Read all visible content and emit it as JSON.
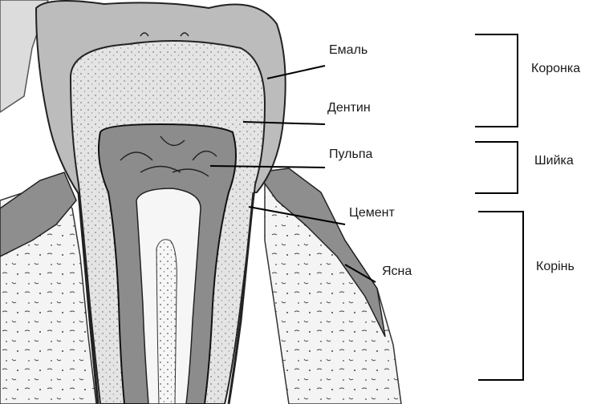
{
  "labels": {
    "enamel": "Емаль",
    "dentin": "Дентин",
    "pulp": "Пульпа",
    "cement": "Цемент",
    "gum": "Ясна"
  },
  "regions": {
    "crown": "Коронка",
    "neck": "Шийка",
    "root": "Корінь"
  },
  "colors": {
    "ink": "#1a1a1a",
    "enamel": "#b8b8b8",
    "dentin": "#e2e2e2",
    "pulp": "#8a8a8a",
    "gum": "#9a9a9a",
    "bone": "#f2f2f2",
    "background": "#ffffff"
  }
}
